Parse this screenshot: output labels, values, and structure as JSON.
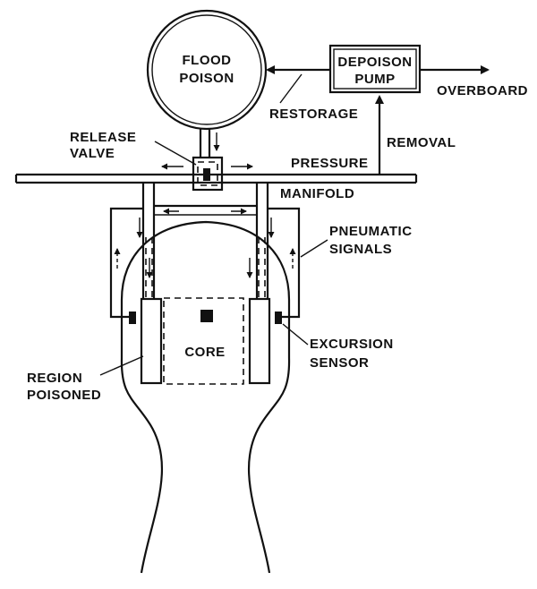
{
  "labels": {
    "flood_poison_line1": "FLOOD",
    "flood_poison_line2": "POISON",
    "depoison_pump_line1": "DEPOISON",
    "depoison_pump_line2": "PUMP",
    "overboard": "OVERBOARD",
    "restorage": "RESTORAGE",
    "removal": "REMOVAL",
    "release_valve_line1": "RELEASE",
    "release_valve_line2": "VALVE",
    "pressure": "PRESSURE",
    "manifold": "MANIFOLD",
    "pneumatic_signals_line1": "PNEUMATIC",
    "pneumatic_signals_line2": "SIGNALS",
    "core": "CORE",
    "excursion_sensor_line1": "EXCURSION",
    "excursion_sensor_line2": "SENSOR",
    "region_poisoned_line1": "REGION",
    "region_poisoned_line2": "POISONED"
  },
  "colors": {
    "ink": "#111111",
    "background": "#ffffff"
  }
}
